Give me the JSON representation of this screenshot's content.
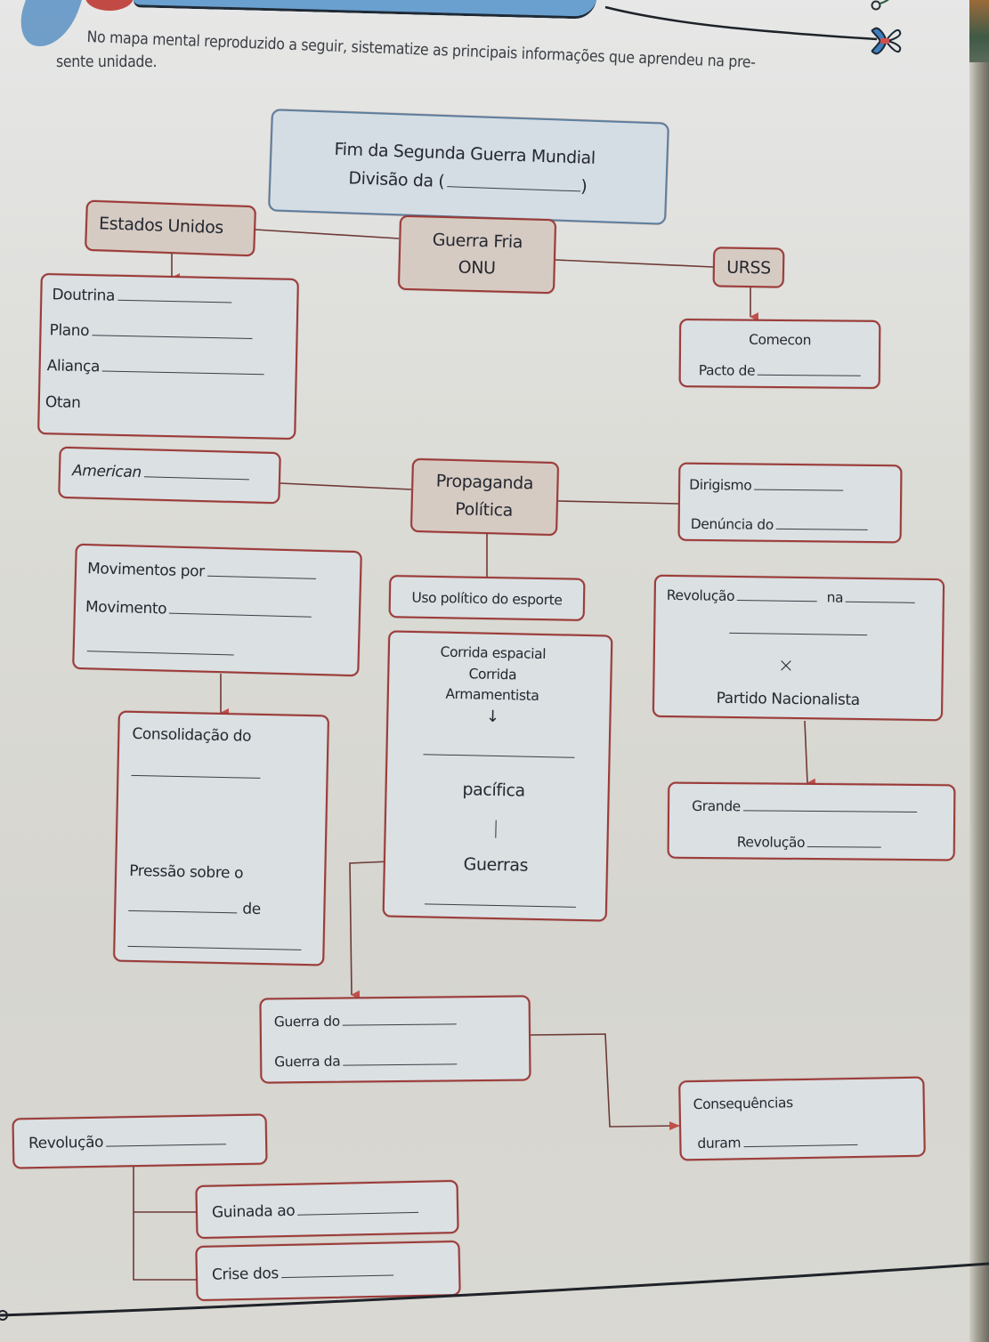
{
  "instructions": {
    "line1": "No mapa mental reproduzido a seguir, sistematize as principais informações que aprendeu na pre-",
    "line2": "sente unidade."
  },
  "decorations": {
    "scissors_icon": "scissors-icon",
    "colors": {
      "box_border": "#9c3b38",
      "root_border": "#5d7f9f",
      "box_fill": "#dbe0e3",
      "tan_fill": "#d6cbc3",
      "arrow": "#c0504b"
    }
  },
  "mind_map": {
    "root": {
      "title": "Fim da Segunda Guerra Mundial",
      "prompt": "Divisão da (",
      "close": ")"
    },
    "center": {
      "line1": "Guerra Fria",
      "line2": "ONU"
    },
    "usa": {
      "label": "Estados Unidos",
      "items": [
        {
          "label": "Doutrina",
          "blank": true
        },
        {
          "label": "Plano",
          "blank": true
        },
        {
          "label": "Aliança",
          "blank": true
        },
        {
          "label": "Otan",
          "blank": false
        }
      ]
    },
    "urss": {
      "label": "URSS",
      "items": [
        {
          "label": "Comecon",
          "blank": false
        },
        {
          "label": "Pacto de",
          "blank": true
        }
      ]
    },
    "american": {
      "label": "American",
      "blank": true
    },
    "propaganda": {
      "line1": "Propaganda",
      "line2": "Política"
    },
    "dirigismo": {
      "items": [
        {
          "label": "Dirigismo",
          "blank": true
        },
        {
          "label": "Denúncia do",
          "blank": true
        }
      ]
    },
    "movimentos": {
      "items": [
        {
          "label": "Movimentos por",
          "blank": true
        },
        {
          "label": "Movimento",
          "blank": true
        },
        {
          "label": "",
          "blank": true
        }
      ]
    },
    "esporte": {
      "label": "Uso político do esporte"
    },
    "corrida": {
      "line1": "Corrida espacial",
      "line2": "Corrida",
      "line3": "Armamentista",
      "arrow": "↓",
      "line4": "pacífica",
      "separator": "|",
      "line5": "Guerras"
    },
    "revolucao_china": {
      "label": "Revolução",
      "connector": "na",
      "versus": "×",
      "party": "Partido Nacionalista"
    },
    "consolidacao": {
      "line1": "Consolidação do",
      "line2": "Pressão sobre o",
      "line3": "de"
    },
    "grande": {
      "items": [
        {
          "label": "Grande",
          "blank": true
        },
        {
          "label": "Revolução",
          "blank": true
        }
      ]
    },
    "guerras": {
      "items": [
        {
          "label": "Guerra do",
          "blank": true
        },
        {
          "label": "Guerra da",
          "blank": true
        }
      ]
    },
    "consequencias": {
      "line1": "Consequências",
      "line2": "duram",
      "blank": true
    },
    "revolucao_final": {
      "label": "Revolução",
      "blank": true
    },
    "guinada": {
      "label": "Guinada ao",
      "blank": true
    },
    "crise": {
      "label": "Crise dos",
      "blank": true
    }
  }
}
